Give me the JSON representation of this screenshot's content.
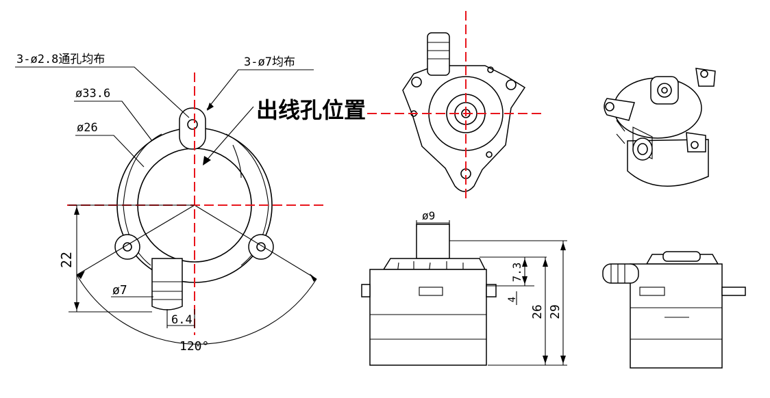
{
  "labels": {
    "mount_holes": "3-ø2.8通孔均布",
    "flange": "3-ø7均布",
    "outer_dia": "ø33.6",
    "inner_dia": "ø26",
    "outlet_title": "出线孔位置",
    "height_22": "22",
    "pipe_dia": "ø7",
    "offset": "6.4",
    "angle": "120°",
    "inlet_dia": "ø9",
    "dim_73": "7.3",
    "dim_4": "4",
    "dim_26": "26",
    "dim_29": "29"
  },
  "colors": {
    "centerline": "#e8141b",
    "line": "#000000",
    "background": "#ffffff"
  }
}
